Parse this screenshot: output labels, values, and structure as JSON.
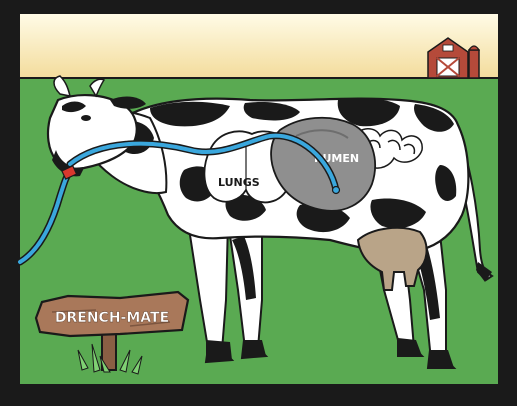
{
  "labels": {
    "lungs": "LUNGS",
    "rumen": "RUMEN",
    "sign": "DRENCH-MATE"
  },
  "colors": {
    "frame": "#1a1a1a",
    "sky_top": "#fff8dc",
    "sky_bottom": "#f5dfa0",
    "grass": "#5aaa52",
    "barn": "#b54a3a",
    "tube": "#3aa7dd",
    "tube_tip": "#d8382e",
    "rumen": "#8f8f8f",
    "lungs": "#ffffff",
    "udder": "#b9a488",
    "sign_wood": "#a9785a"
  },
  "icons": {
    "barn": "barn-icon",
    "silo": "silo-icon",
    "grass": "grass-tuft-icon"
  }
}
